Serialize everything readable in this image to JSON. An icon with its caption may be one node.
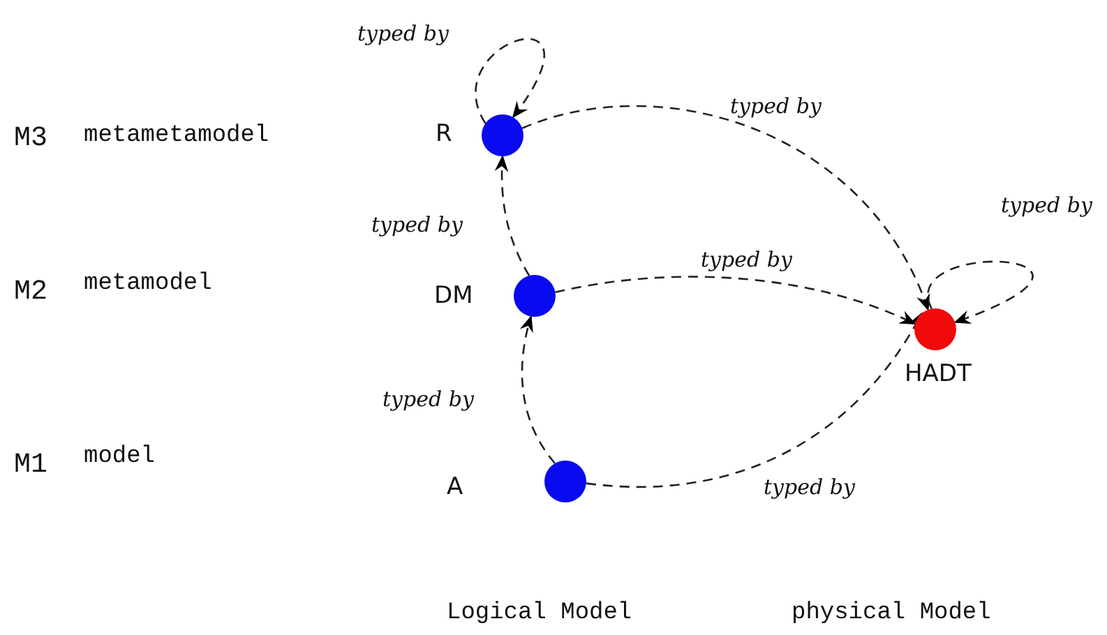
{
  "diagram": {
    "nodes": [
      {
        "text": [],
        "shape": "circle",
        "beside": [
          "R"
        ]
      },
      {
        "text": [],
        "shape": "circle",
        "beside": [
          "DM"
        ]
      },
      {
        "text": [],
        "shape": "circle",
        "beside": [
          "A"
        ]
      },
      {
        "text": [],
        "shape": "circle",
        "beside": [
          "HADT"
        ]
      }
    ],
    "edges": [
      {
        "from": 0,
        "to": 0,
        "arrow": "to",
        "label": "typed by"
      },
      {
        "from": 1,
        "to": 0,
        "arrow": "to",
        "label": "typed by"
      },
      {
        "from": 2,
        "to": 1,
        "arrow": "to",
        "label": "typed by"
      },
      {
        "from": 0,
        "to": 3,
        "arrow": "to",
        "label": "typed by"
      },
      {
        "from": 1,
        "to": 3,
        "arrow": "to",
        "label": "typed by"
      },
      {
        "from": 2,
        "to": 3,
        "arrow": "to",
        "label": "typed by"
      },
      {
        "from": 3,
        "to": 3,
        "arrow": "to",
        "label": "typed by"
      }
    ],
    "labels": [
      "M3",
      "metametamodel",
      "M2",
      "metamodel",
      "M1",
      "model",
      "Logical Model",
      "physical Model"
    ]
  }
}
